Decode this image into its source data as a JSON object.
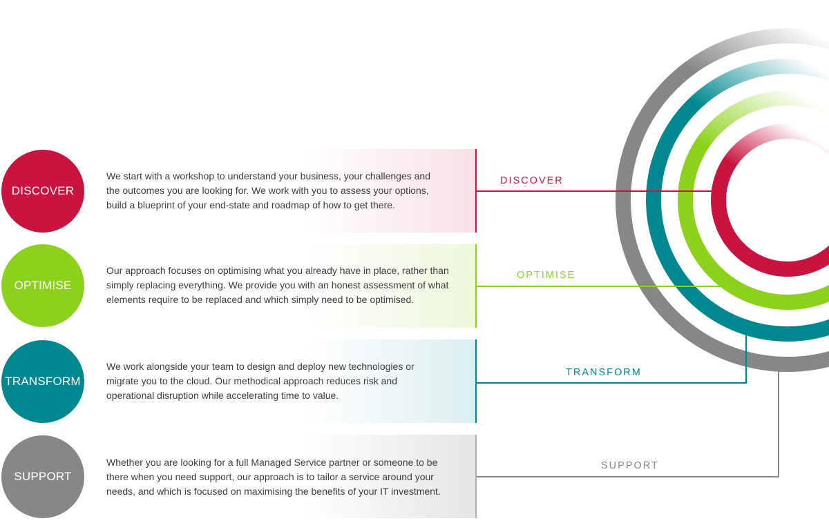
{
  "colors": {
    "discover": "#c8143f",
    "optimise": "#8cd21c",
    "transform": "#008890",
    "support": "#878787"
  },
  "stages": [
    {
      "key": "discover",
      "circle_label": "DISCOVER",
      "description": "We start with a workshop to understand your business, your challenges and the outcomes you are looking for. We work with you to assess your options, build a blueprint of your end-state and roadmap of how to get there.",
      "connector_label": "DISCOVER"
    },
    {
      "key": "optimise",
      "circle_label": "OPTIMISE",
      "description": "Our approach focuses on optimising what you already have in place, rather than simply replacing everything. We provide you with an honest assessment of what elements require to be replaced and which simply need to be optimised.",
      "connector_label": "OPTIMISE"
    },
    {
      "key": "transform",
      "circle_label": "TRANSFORM",
      "description": "We work alongside your team to design and deploy new technologies or migrate you to the cloud. Our methodical approach reduces risk and operational disruption while accelerating time to value.",
      "connector_label": "TRANSFORM"
    },
    {
      "key": "support",
      "circle_label": "SUPPORT",
      "description": "Whether you are looking for a full Managed Service partner or someone to be there when you need support, our approach is to tailor a service around your needs, and which is focused on maximising the benefits of your IT investment.",
      "connector_label": "SUPPORT"
    }
  ]
}
